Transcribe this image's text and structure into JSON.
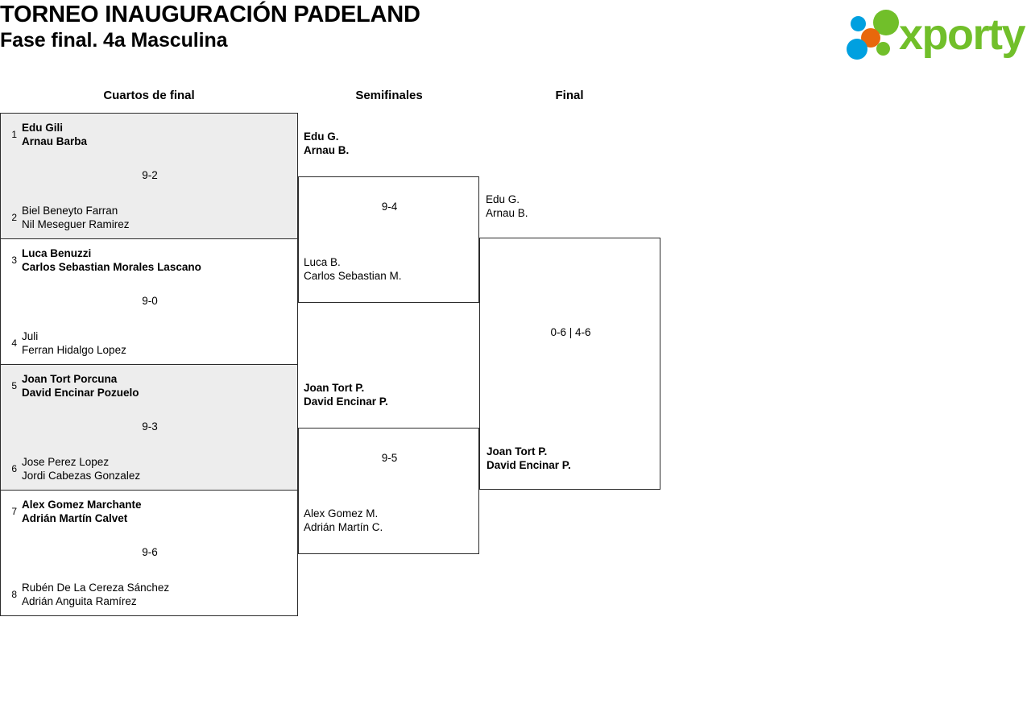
{
  "header": {
    "title_line1": "TORNEO INAUGURACIÓN PADELAND",
    "title_line2": "Fase final. 4a Masculina",
    "logo_word": "xporty"
  },
  "rounds": [
    {
      "label": "Cuartos de final"
    },
    {
      "label": "Semifinales"
    },
    {
      "label": "Final"
    }
  ],
  "quarterfinals": [
    {
      "top": {
        "seed": "1",
        "p1": "Edu Gili",
        "p2": "Arnau Barba",
        "winner": true
      },
      "bottom": {
        "seed": "2",
        "p1": "Biel Beneyto Farran",
        "p2": "Nil Meseguer Ramirez",
        "winner": false
      },
      "score": "9-2"
    },
    {
      "top": {
        "seed": "3",
        "p1": "Luca Benuzzi",
        "p2": "Carlos Sebastian Morales Lascano",
        "winner": true
      },
      "bottom": {
        "seed": "4",
        "p1": "Juli",
        "p2": "Ferran Hidalgo Lopez",
        "winner": false
      },
      "score": "9-0"
    },
    {
      "top": {
        "seed": "5",
        "p1": "Joan Tort Porcuna",
        "p2": "David Encinar Pozuelo",
        "winner": true
      },
      "bottom": {
        "seed": "6",
        "p1": "Jose Perez Lopez",
        "p2": "Jordi Cabezas Gonzalez",
        "winner": false
      },
      "score": "9-3"
    },
    {
      "top": {
        "seed": "7",
        "p1": "Alex Gomez Marchante",
        "p2": "Adrián Martín Calvet",
        "winner": true
      },
      "bottom": {
        "seed": "8",
        "p1": "Rubén De La Cereza Sánchez",
        "p2": "Adrián Anguita Ramírez",
        "winner": false
      },
      "score": "9-6"
    }
  ],
  "semifinals": [
    {
      "top": {
        "p1": "Edu G.",
        "p2": "Arnau B.",
        "winner": true
      },
      "bottom": {
        "p1": "Luca B.",
        "p2": "Carlos Sebastian M.",
        "winner": false
      },
      "score": "9-4"
    },
    {
      "top": {
        "p1": "Joan Tort P.",
        "p2": "David Encinar P.",
        "winner": true
      },
      "bottom": {
        "p1": "Alex Gomez M.",
        "p2": "Adrián Martín C.",
        "winner": false
      },
      "score": "9-5"
    }
  ],
  "final": {
    "top": {
      "p1": "Edu G.",
      "p2": "Arnau B.",
      "winner": false
    },
    "bottom": {
      "p1": "Joan Tort P.",
      "p2": "David Encinar P.",
      "winner": true
    },
    "score": "0-6 | 4-6"
  }
}
